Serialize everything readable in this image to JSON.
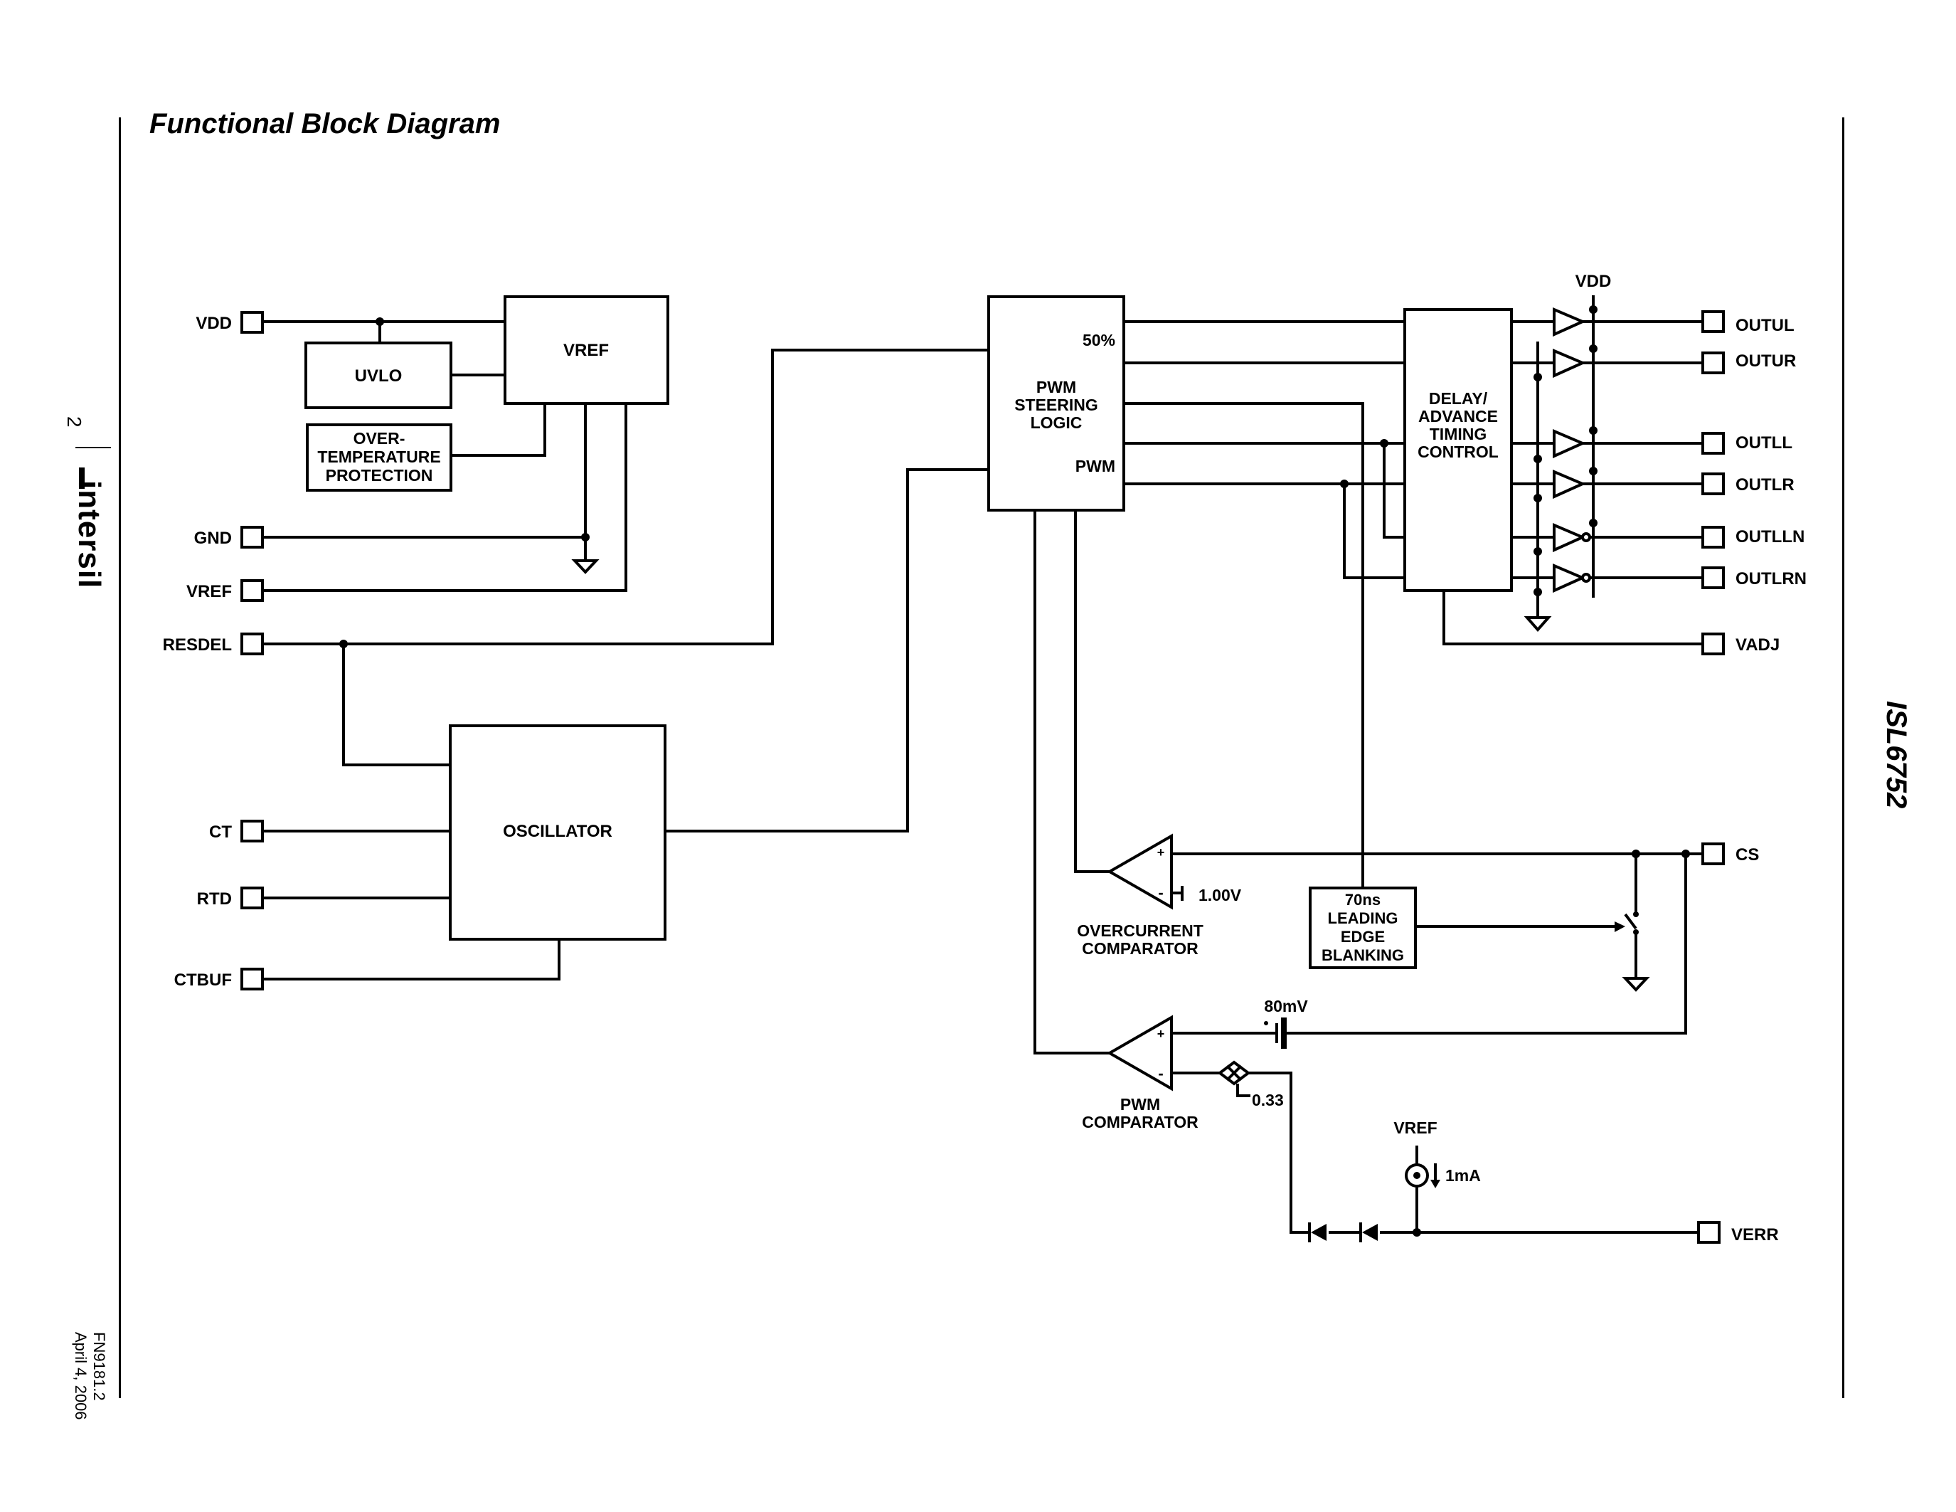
{
  "title": "Functional Block Diagram",
  "part_number": "ISL6752",
  "page_number": "2",
  "brand": "intersil",
  "footer": {
    "doc_number": "FN9181.2",
    "date": "April 4, 2006"
  },
  "pins": {
    "left": [
      "VDD",
      "GND",
      "VREF",
      "RESDEL",
      "CT",
      "RTD",
      "CTBUF"
    ],
    "right": [
      "OUTUL",
      "OUTUR",
      "OUTLL",
      "OUTLR",
      "OUTLLN",
      "OUTLRN",
      "VADJ",
      "CS",
      "VERR"
    ]
  },
  "blocks": {
    "uvlo": "UVLO",
    "vref": "VREF",
    "otp": [
      "OVER-",
      "TEMPERATURE",
      "PROTECTION"
    ],
    "oscillator": "OSCILLATOR",
    "steering": [
      "PWM",
      "STEERING",
      "LOGIC"
    ],
    "steering_50": "50%",
    "steering_pwm": "PWM",
    "delay": [
      "DELAY/",
      "ADVANCE",
      "TIMING",
      "CONTROL"
    ],
    "leb": [
      "70ns",
      "LEADING",
      "EDGE",
      "BLANKING"
    ]
  },
  "comparators": {
    "overcurrent": [
      "OVERCURRENT",
      "COMPARATOR"
    ],
    "pwm": [
      "PWM",
      "COMPARATOR"
    ]
  },
  "labels": {
    "vdd_top": "VDD",
    "ref_1v": "1.00V",
    "offset_80mv": "80mV",
    "gain": "0.33",
    "vref_source": "VREF",
    "current_1ma": "1mA",
    "plus": "+",
    "minus": "-"
  }
}
